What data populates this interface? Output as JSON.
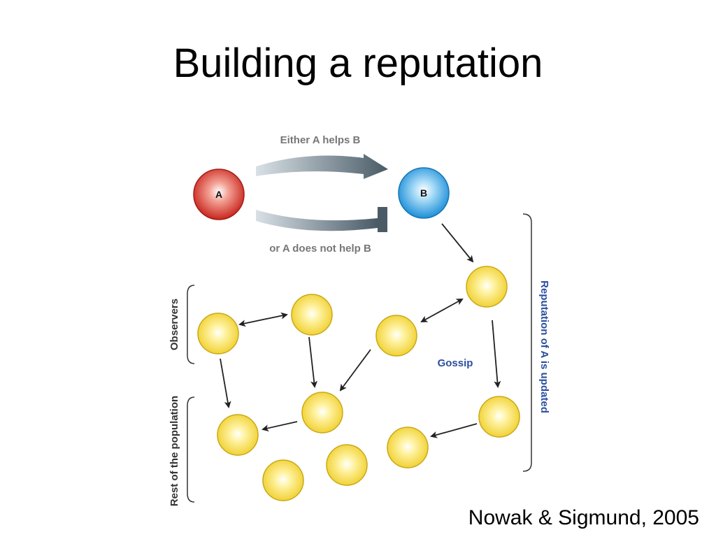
{
  "title": "Building a reputation",
  "citation": "Nowak & Sigmund, 2005",
  "diagram": {
    "top_arrow_label": "Either A helps B",
    "bottom_arrow_label": "or A does not help B",
    "node_a_label": "A",
    "node_b_label": "B",
    "gossip_label": "Gossip",
    "observers_label": "Observers",
    "rest_label": "Rest of the population",
    "reputation_label": "Reputation of A is updated"
  },
  "colors": {
    "node_a": "#d9322a",
    "node_b": "#2e9be0",
    "population": "#f3d63a",
    "gossip_text": "#2b4e9e",
    "arrow": "#222222"
  }
}
